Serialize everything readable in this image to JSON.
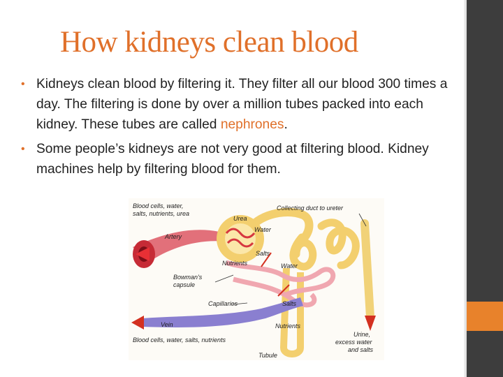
{
  "title": "How kidneys clean blood",
  "bullets": [
    {
      "part1": "Kidneys clean blood by filtering it. They filter all our blood 300 times a day. The filtering is done by over a million tubes packed into each kidney. These tubes are called ",
      "highlight": "nephrones",
      "part2": "."
    },
    {
      "part1": "Some people’s kidneys are not very good at filtering blood. Kidney machines help by filtering blood for them.",
      "highlight": "",
      "part2": ""
    }
  ],
  "diagram": {
    "labels": {
      "blood_in_line1": "Blood cells, water,",
      "blood_in_line2": "salts, nutrients, urea",
      "collecting_duct": "Collecting duct to ureter",
      "urea": "Urea",
      "water_top": "Water",
      "artery": "Artery",
      "salts_top": "Salts",
      "nutrients_top": "Nutrients",
      "water_mid": "Water",
      "bowmans_line1": "Bowman's",
      "bowmans_line2": "capsule",
      "capillaries": "Capillaries",
      "salts_bottom": "Salts",
      "vein": "Vein",
      "nutrients_bottom": "Nutrients",
      "urine_line1": "Urine,",
      "urine_line2": "excess water",
      "urine_line3": "and salts",
      "blood_out": "Blood cells, water, salts, nutrients",
      "tubule": "Tubule"
    }
  },
  "colors": {
    "accent": "#e0702a",
    "sidebar": "#3d3d3d",
    "sidebar_accent": "#e8822b",
    "text": "#222222"
  }
}
